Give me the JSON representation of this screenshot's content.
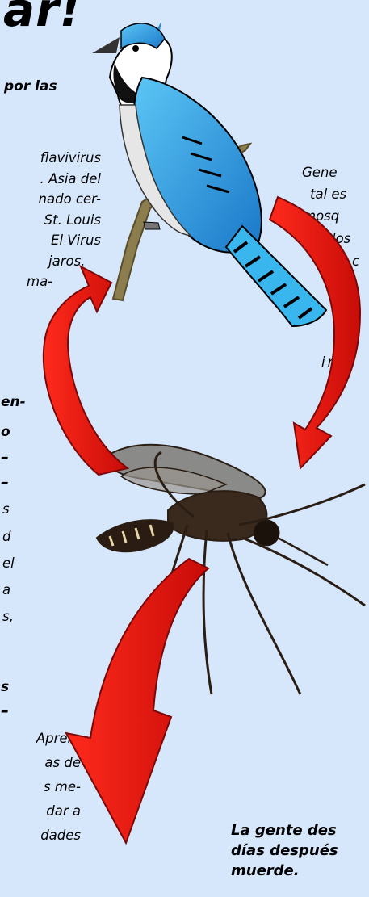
{
  "title": "ar!",
  "heading_fragment": "por las",
  "left_paragraph": [
    "flavivirus",
    ". Asia del",
    "nado cer-",
    "St. Louis",
    "El Virus",
    "jaros,",
    "ma-"
  ],
  "left_bold_fragments": [
    "en-",
    "o",
    "–",
    "–"
  ],
  "left_paragraph2": [
    "s",
    "d",
    "el",
    "a",
    "s,"
  ],
  "left_bold2": [
    "s",
    "–"
  ],
  "left_paragraph3": [
    "Apren-",
    "as de",
    "s me-",
    "dar a",
    "dades"
  ],
  "right_paragraph": [
    "Gene",
    "tal es",
    "mosq",
    "los",
    "c"
  ],
  "right_fragment": "in-",
  "bottom_text": [
    "La gente des",
    "días después",
    "muerde."
  ],
  "colors": {
    "background": "#d6e7fb",
    "arrow": "#e8120c",
    "arrow_dark": "#9b0b0b"
  }
}
